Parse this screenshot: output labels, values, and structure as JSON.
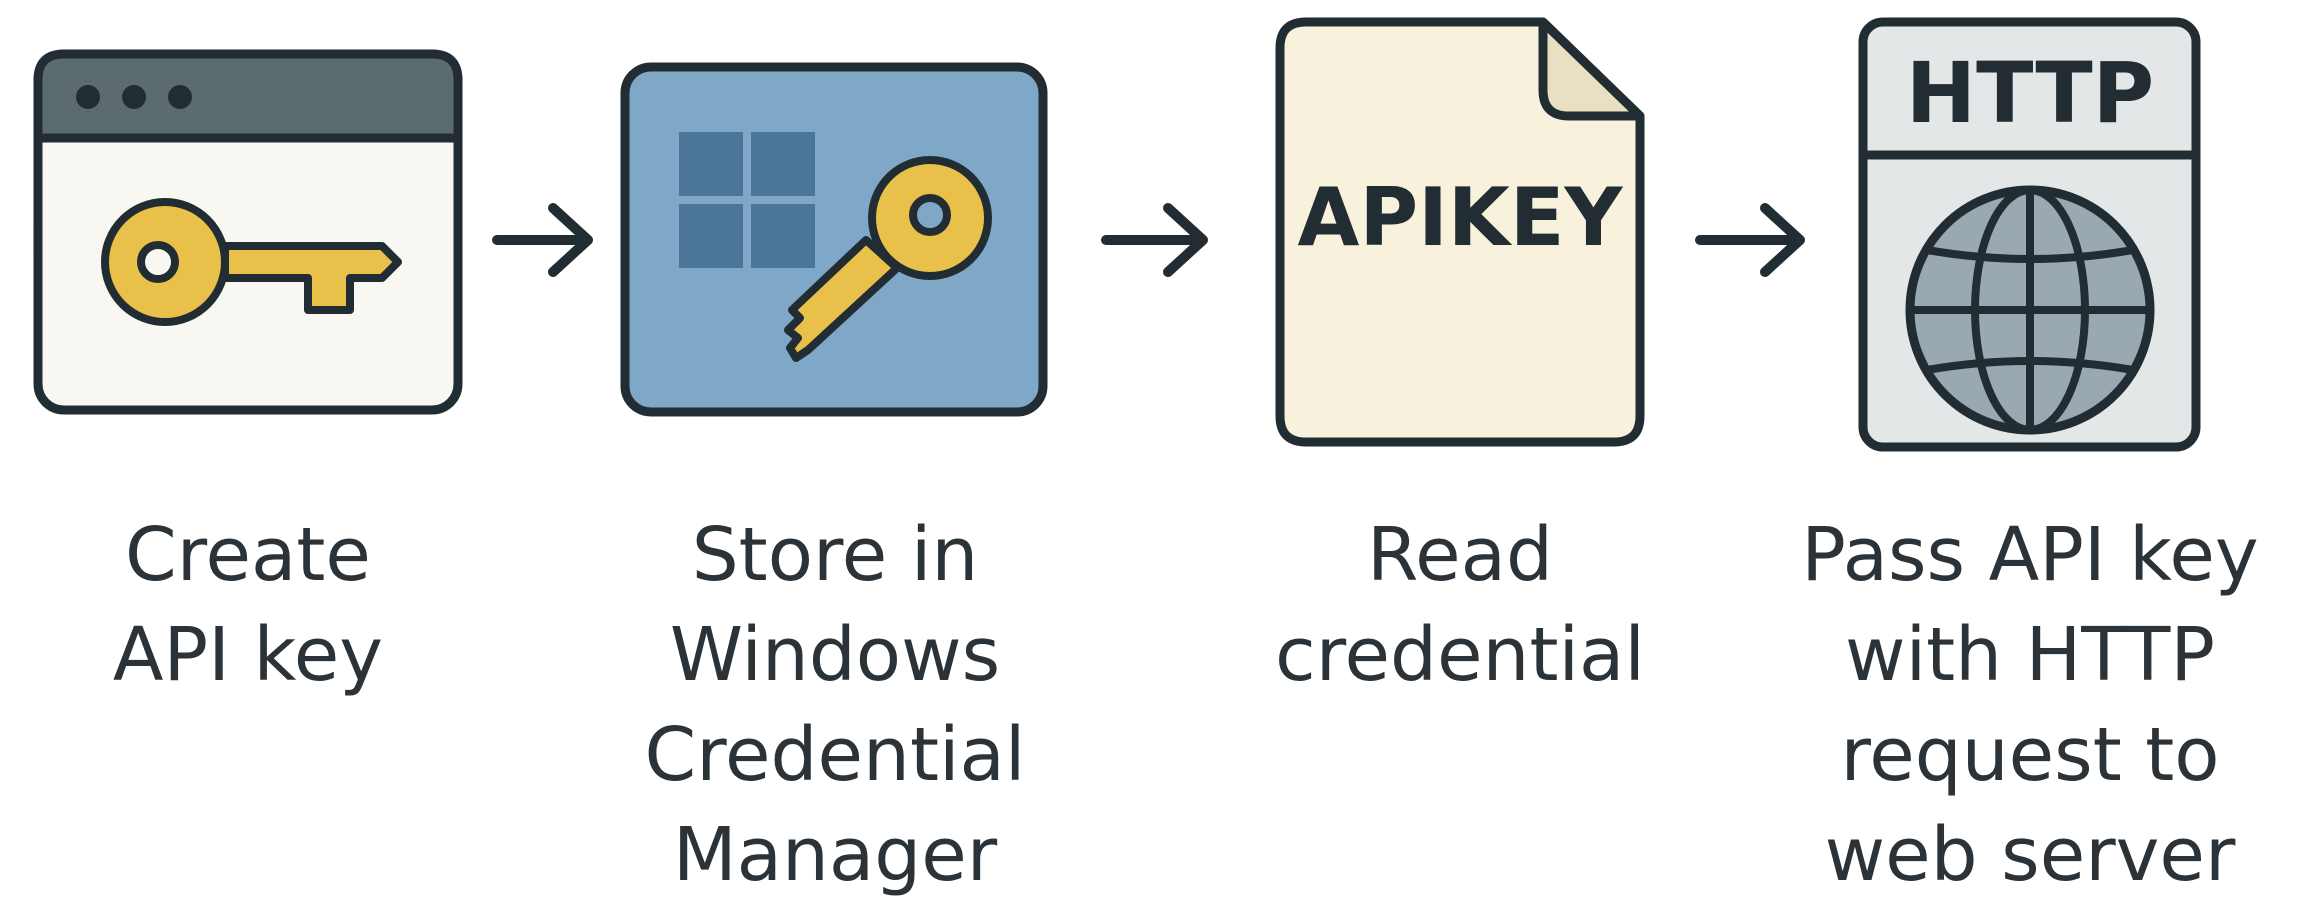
{
  "steps": [
    {
      "lines": [
        "Create",
        "API key"
      ]
    },
    {
      "lines": [
        "Store in",
        "Windows",
        "Credential",
        "Manager"
      ]
    },
    {
      "lines": [
        "Read",
        "credential"
      ]
    },
    {
      "lines": [
        "Pass API key",
        "with HTTP",
        "request to",
        "web server"
      ]
    }
  ],
  "icons": {
    "step1": "browser-window-key-icon",
    "step2": "windows-credential-key-icon",
    "step3": "document-icon",
    "step4": "http-globe-icon",
    "arrow": "right-arrow-icon"
  },
  "document_text": "APIKEY",
  "http_text": "HTTP",
  "colors": {
    "outline": "#222d33",
    "key_yellow": "#e9c14a",
    "window_fill": "#f9f7f1",
    "titlebar": "#5c6b70",
    "credential_blue": "#7fa7c8",
    "windows_logo": "#4a7597",
    "document_fill": "#f8f1dc",
    "http_panel": "#e4e7e8",
    "globe_fill": "#9aa9b1"
  }
}
